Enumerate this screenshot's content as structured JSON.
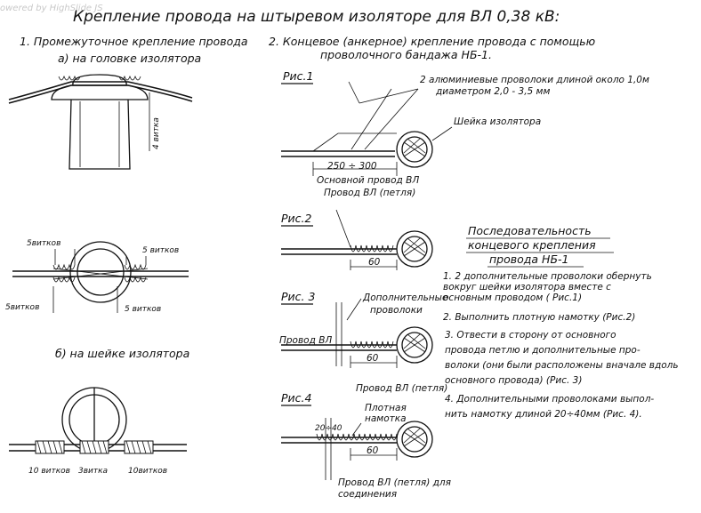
{
  "watermark": "owered by HighSlide JS",
  "title": "Крепление провода на штыревом изоляторе для ВЛ 0,38 кВ:",
  "section1": {
    "heading": "1. Промежуточное крепление провода",
    "sub_a": "а) на головке изолятора",
    "sub_b": "б) на шейке изолятора",
    "label_a_side": "4 витка",
    "top_view": {
      "l_top": "5витков",
      "r_top": "5 витков",
      "l_bot": "5витков",
      "r_bot": "5 витков"
    },
    "neck_view": {
      "l": "10 витков",
      "c": "3витка",
      "r": "10витков"
    }
  },
  "section2": {
    "heading_line1": "2. Концевое (анкерное) крепление провода с помощью",
    "heading_line2": "проволочного бандажа НБ-1.",
    "fig1": {
      "label": "Рис.1",
      "wires_line1": "2 алюминиевые проволоки длиной около 1,0м",
      "wires_line2": "диаметром 2,0 - 3,5 мм",
      "neck": "Шейка изолятора",
      "dim": "250 ÷ 300",
      "main_wire": "Основной провод ВЛ",
      "loop_wire": "Провод ВЛ (петля)"
    },
    "fig2": {
      "label": "Рис.2",
      "dim": "60"
    },
    "fig3": {
      "label": "Рис. 3",
      "extra_line1": "Дополнительные",
      "extra_line2": "проволоки",
      "wire": "Провод ВЛ",
      "dim": "60",
      "loop": "Провод ВЛ (петля)"
    },
    "fig4": {
      "label": "Рис.4",
      "tight_line1": "Плотная",
      "tight_line2": "намотка",
      "small_dim": "20÷40",
      "dim": "60",
      "loop_line1": "Провод ВЛ (петля) для",
      "loop_line2": "соединения"
    }
  },
  "sequence": {
    "title_line1": "Последовательность",
    "title_line2": "концевого крепления",
    "title_line3": "провода НБ-1",
    "steps": [
      "1.  2 дополнительные проволоки обернуть",
      "вокруг шейки изолятора вместе с",
      "основным проводом ( Рис.1)",
      "2. Выполнить плотную намотку (Рис.2)",
      "3. Отвести в сторону от основного",
      "провода петлю и дополнительные про-",
      "волоки (они были расположены вначале вдоль",
      "основного провода) (Рис. 3)",
      "4. Дополнительными проволоками выпол-",
      "нить намотку длиной 20÷40мм (Рис. 4)."
    ]
  }
}
